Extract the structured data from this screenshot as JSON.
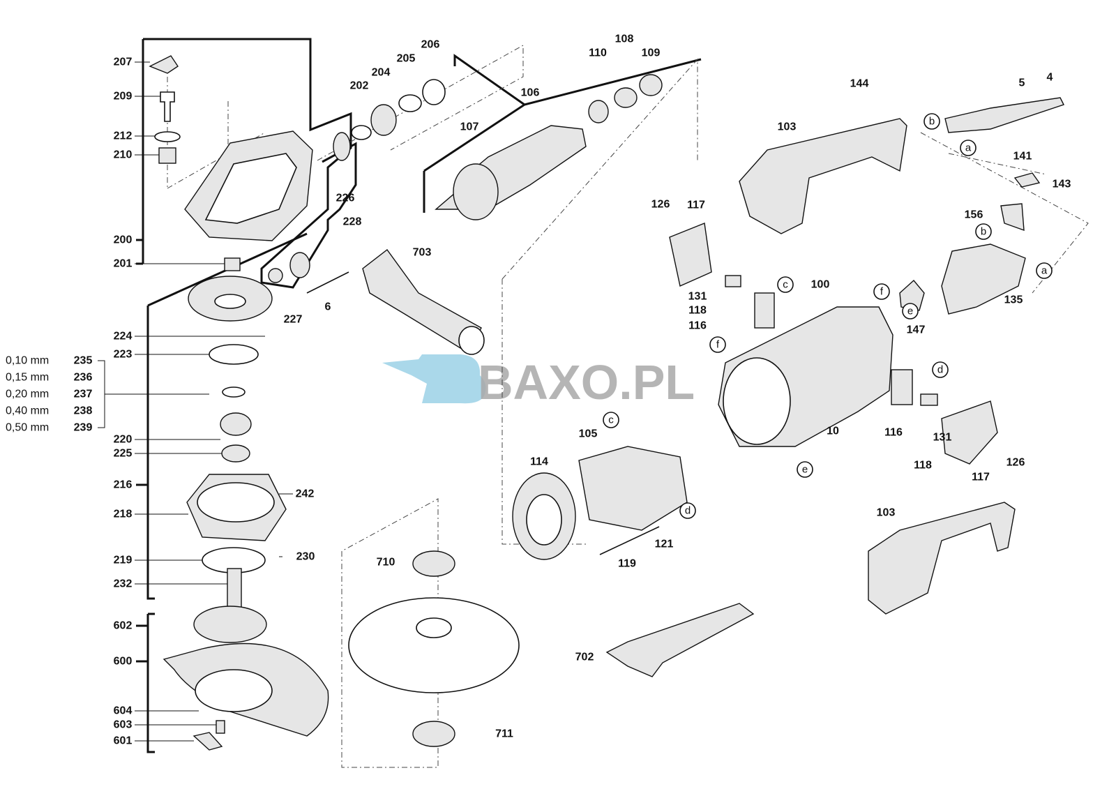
{
  "title": "Angle grinder exploded parts diagram",
  "watermark": {
    "text": "BAXO.PL",
    "icon": "baxo-drill-logo",
    "color_logo": "#aad8ea",
    "color_text": "#a9a9a9"
  },
  "labels": [
    "207",
    "209",
    "212",
    "210",
    "200",
    "201",
    "224",
    "223",
    "235",
    "236",
    "237",
    "238",
    "239",
    "220",
    "225",
    "216",
    "218",
    "219",
    "232",
    "602",
    "600",
    "604",
    "603",
    "601",
    "242",
    "230",
    "227",
    "6",
    "226",
    "228",
    "202",
    "204",
    "205",
    "206",
    "106",
    "107",
    "110",
    "108",
    "109",
    "703",
    "144",
    "103",
    "5",
    "4",
    "141",
    "143",
    "156",
    "135",
    "147",
    "126",
    "117",
    "131",
    "118",
    "116",
    "100",
    "10",
    "116",
    "131",
    "118",
    "126",
    "117",
    "105",
    "114",
    "121",
    "119",
    "103",
    "710",
    "702",
    "711"
  ],
  "shim_sizes": [
    "0,10 mm",
    "0,15 mm",
    "0,20 mm",
    "0,40 mm",
    "0,50 mm"
  ],
  "markers": [
    "b",
    "a",
    "b",
    "a",
    "f",
    "e",
    "c",
    "f",
    "c",
    "d",
    "e",
    "d"
  ]
}
